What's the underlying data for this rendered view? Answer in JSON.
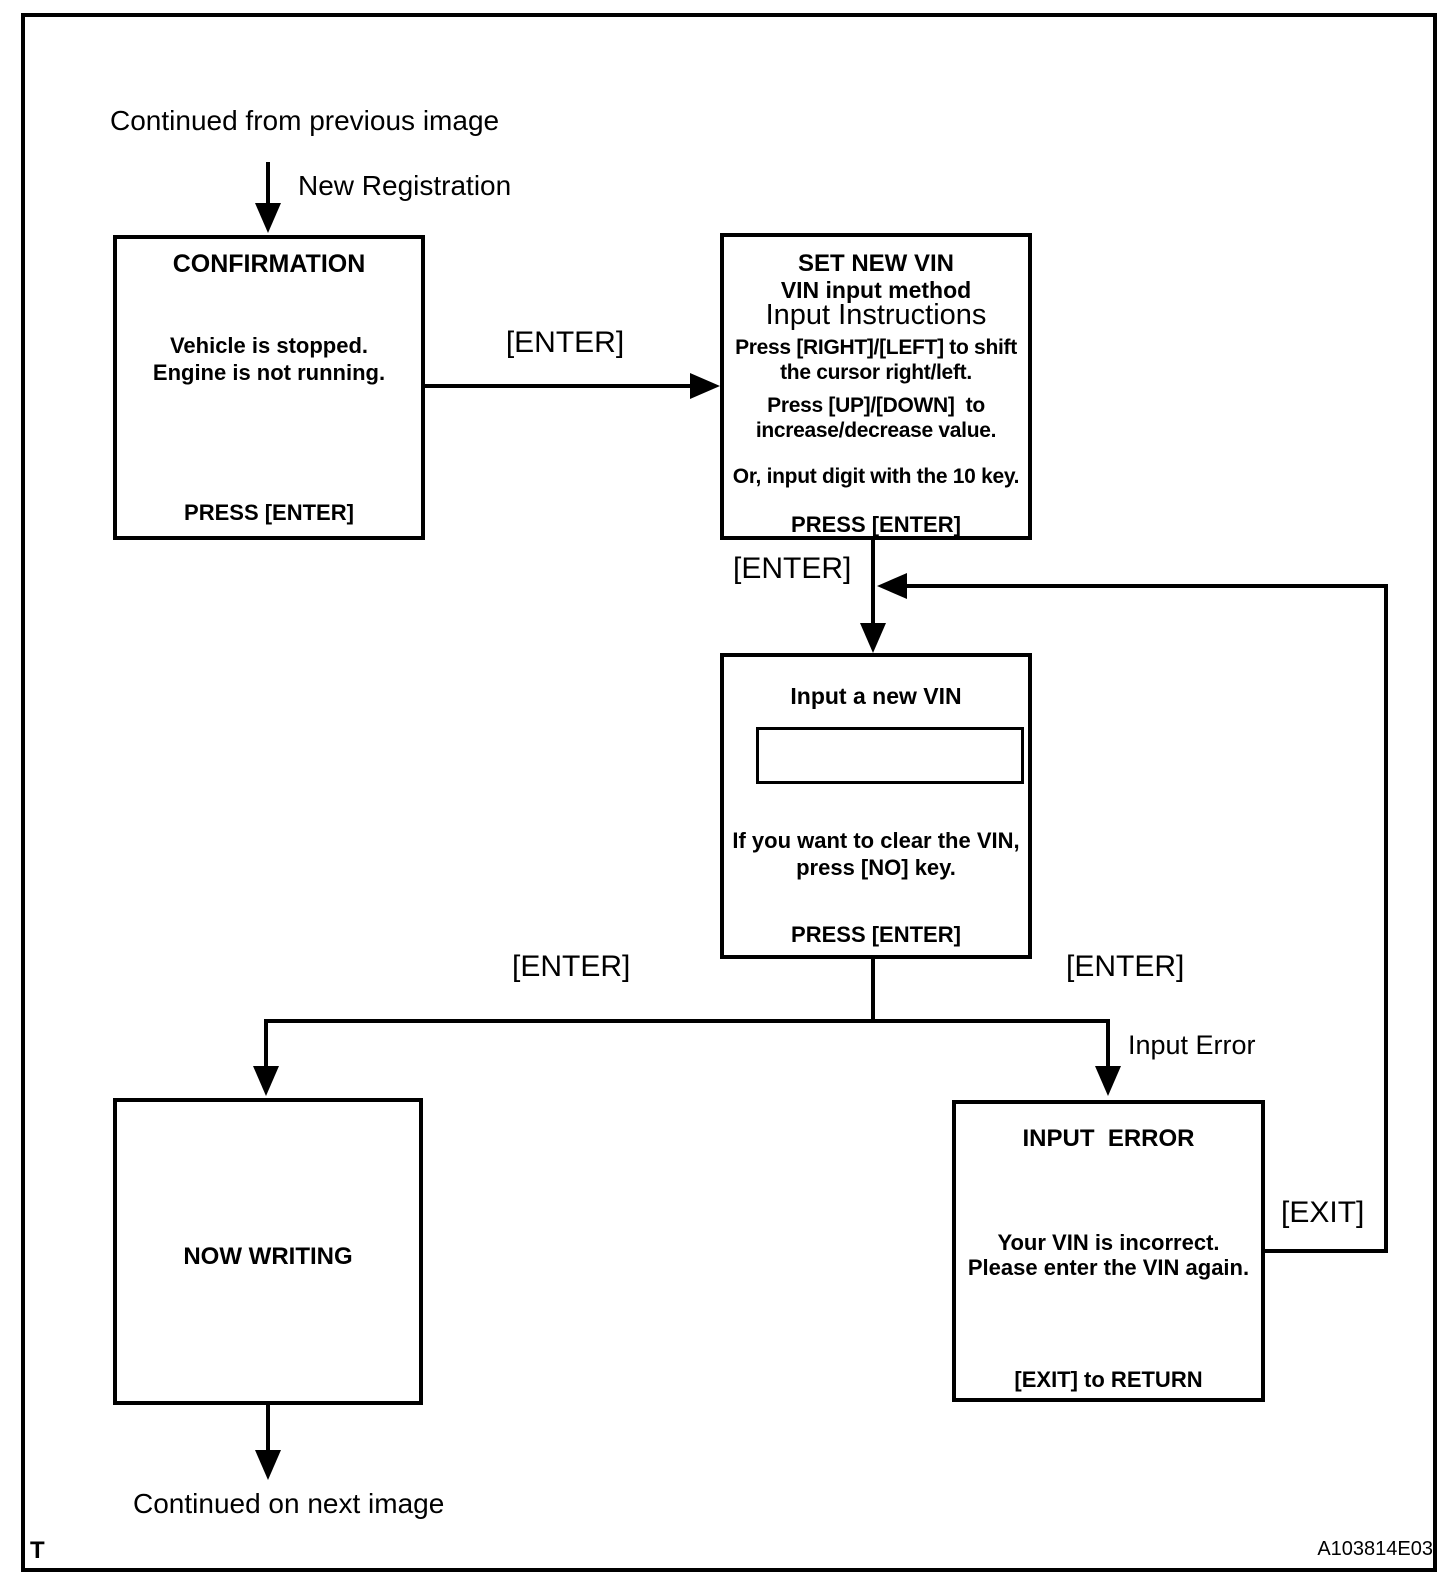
{
  "page": {
    "continued_from": "Continued from previous image",
    "continued_on": "Continued on next image",
    "corner_mark": "T",
    "figure_code": "A103814E03",
    "background": "#ffffff",
    "line_color": "#000000"
  },
  "labels": {
    "new_registration": "New Registration",
    "enter": "[ENTER]",
    "input_error": "Input Error",
    "exit": "[EXIT]"
  },
  "boxes": {
    "confirmation": {
      "title": "CONFIRMATION",
      "line1": "Vehicle is stopped.",
      "line2": "Engine is not running.",
      "footer": "PRESS [ENTER]"
    },
    "set_new_vin": {
      "title": "SET NEW VIN",
      "subtitle": "VIN input method",
      "heading": "Input Instructions",
      "inst1a": "Press [RIGHT]/[LEFT] to shift",
      "inst1b": "the cursor right/left.",
      "inst2a": "Press [UP]/[DOWN]  to",
      "inst2b": "increase/decrease value.",
      "inst3": "Or, input digit with the 10 key.",
      "footer": "PRESS [ENTER]"
    },
    "input_new_vin": {
      "title": "Input a new VIN",
      "vin_field_value": "",
      "note1": "If you want to clear the VIN,",
      "note2": "press [NO] key.",
      "footer": "PRESS [ENTER]"
    },
    "now_writing": {
      "title": "NOW WRITING"
    },
    "input_error": {
      "title": "INPUT  ERROR",
      "line1": "Your VIN is incorrect.",
      "line2": "Please enter the VIN again.",
      "footer": "[EXIT] to RETURN"
    }
  }
}
